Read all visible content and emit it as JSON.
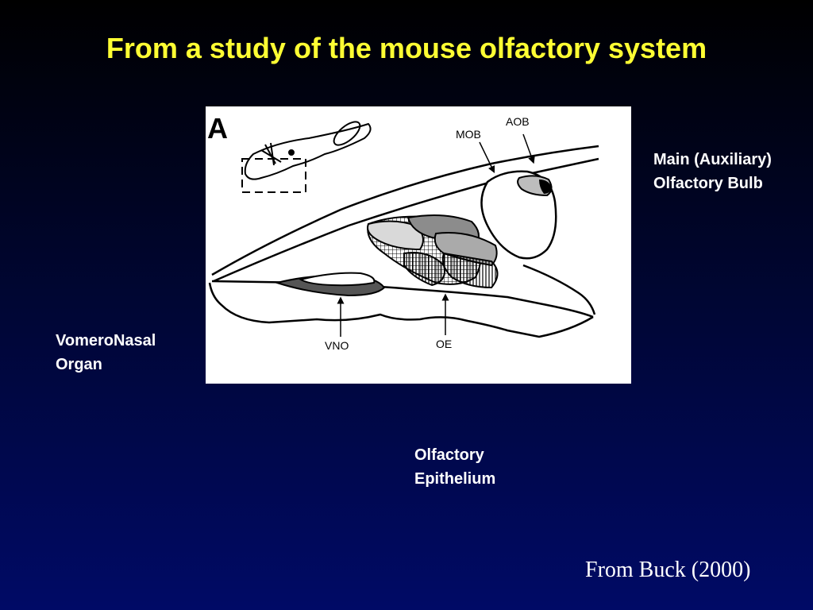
{
  "slide": {
    "title": "From a study of the mouse olfactory system",
    "credit": "From Buck (2000)",
    "colors": {
      "title": "#ffff33",
      "text": "#ffffff",
      "background_top": "#000000",
      "background_bottom": "#000a66"
    }
  },
  "figure": {
    "panel_letter": "A",
    "labels": {
      "mob": "MOB",
      "aob": "AOB",
      "vno": "VNO",
      "oe": "OE"
    }
  },
  "annotations": {
    "bulb": {
      "line1": "Main (Auxiliary)",
      "line2": "Olfactory Bulb"
    },
    "vno": {
      "line1": "VomeroNasal",
      "line2": "Organ"
    },
    "oe": {
      "line1": "Olfactory",
      "line2": "Epithelium"
    }
  }
}
